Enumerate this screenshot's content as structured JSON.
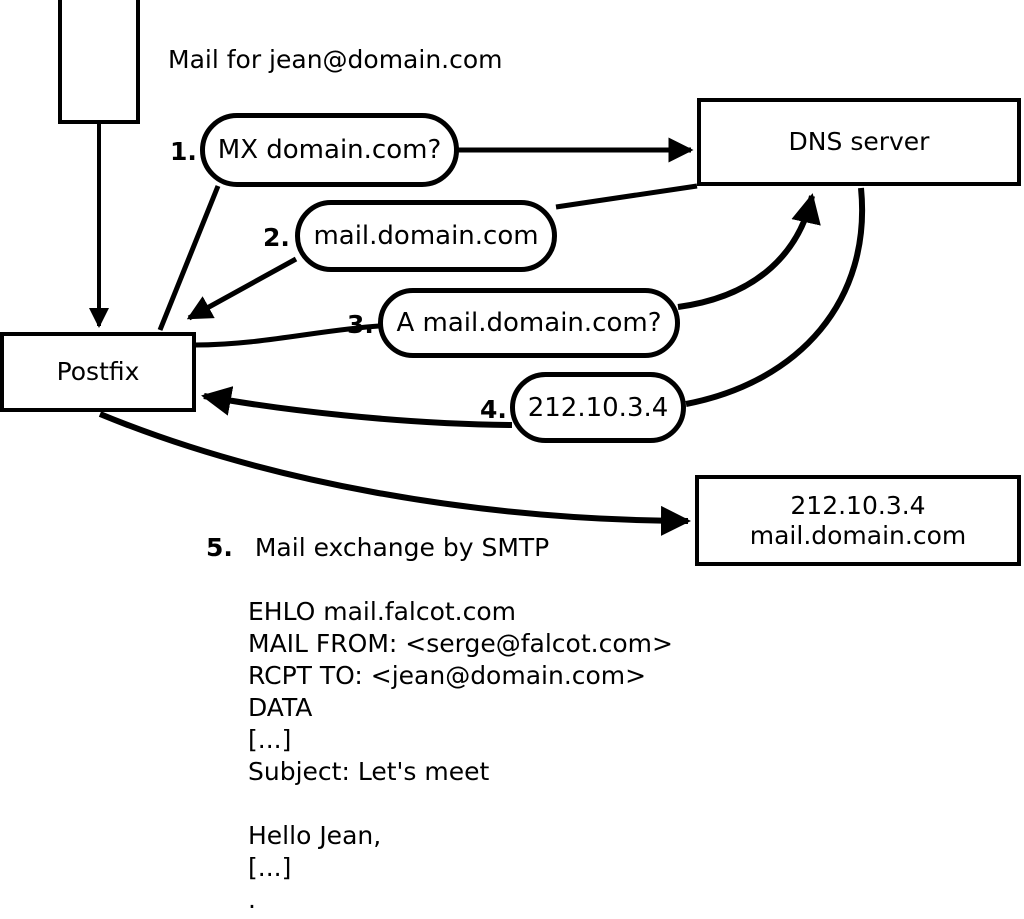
{
  "diagram": {
    "title_text": "Mail for jean@domain.com",
    "colors": {
      "stroke": "#000000",
      "background": "#ffffff"
    },
    "nodes": {
      "sender": {
        "label": ""
      },
      "postfix": {
        "label": "Postfix"
      },
      "dns_server": {
        "label": "DNS server"
      },
      "mail_host": {
        "label": "212.10.3.4\nmail.domain.com"
      }
    },
    "steps": [
      {
        "num": "1.",
        "label": "MX domain.com?"
      },
      {
        "num": "2.",
        "label": "mail.domain.com"
      },
      {
        "num": "3.",
        "label": "A mail.domain.com?"
      },
      {
        "num": "4.",
        "label": "212.10.3.4"
      }
    ],
    "step5": {
      "num": "5.",
      "label": "Mail exchange by SMTP"
    },
    "transcript": "EHLO mail.falcot.com\nMAIL FROM: <serge@falcot.com>\nRCPT TO: <jean@domain.com>\nDATA\n[...]\nSubject: Let's meet\n\nHello Jean,\n[...]\n."
  }
}
